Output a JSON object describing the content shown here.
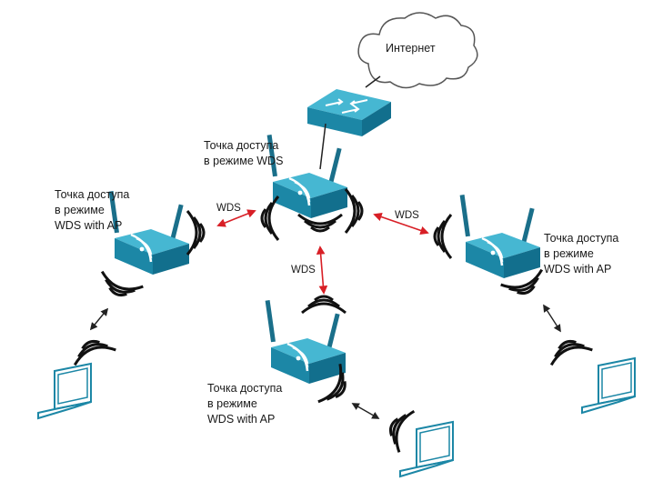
{
  "internet_label": "Интернет",
  "center_ap": {
    "line1": "Точка доступа",
    "line2": "в режиме WDS"
  },
  "left_ap": {
    "line1": "Точка доступа",
    "line2": "в режиме",
    "line3": "WDS with AP"
  },
  "right_ap": {
    "line1": "Точка доступа",
    "line2": "в режиме",
    "line3": "WDS with AP"
  },
  "bottom_ap": {
    "line1": "Точка доступа",
    "line2": "в режиме",
    "line3": "WDS with AP"
  },
  "wds_label": "WDS",
  "colors": {
    "device": "#1e8fb0",
    "device_top": "#3fb3cf",
    "device_dark": "#126f8d",
    "wds_link": "#d81f26",
    "client_link": "#222222",
    "wave": "#111111"
  }
}
